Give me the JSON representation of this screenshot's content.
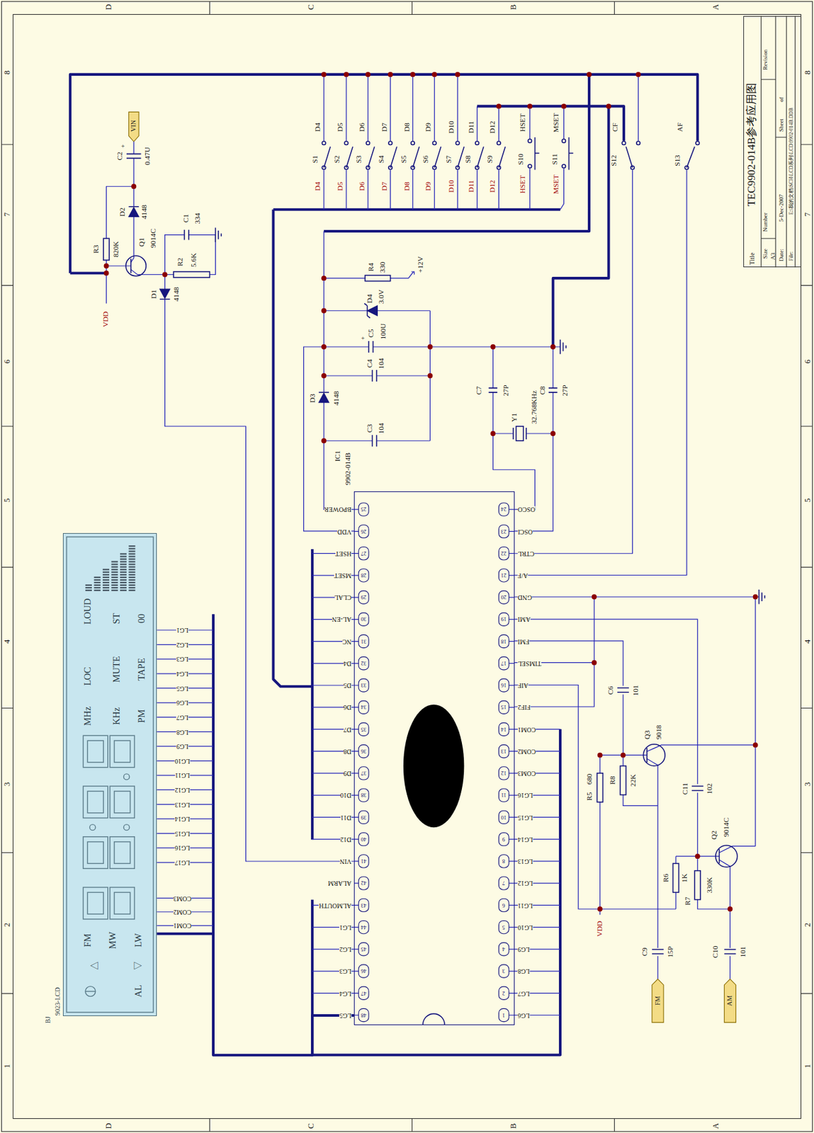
{
  "diagram": {
    "title": "TEC9902-014B参考应用图",
    "nodes": [
      {
        "text": [
          "Title",
          "Size",
          "A3",
          "Number",
          "Revision",
          "Date:",
          "5-Dec-2007",
          "Sheet",
          "of",
          "File:",
          "E:\\我的文档\\SCH\\LCD系列\\LCD\\9902-014B.DDB"
        ]
      },
      {
        "text": [
          "IC1",
          "9902-014B"
        ]
      },
      {
        "text": [
          "BJ",
          "9023-LCD",
          "LOUD",
          "ST",
          "00",
          "LOC",
          "MUTE",
          "TAPE",
          "MHz",
          "KHz",
          "PM",
          "FM",
          "MW",
          "LW",
          "△",
          "▽",
          "AL"
        ]
      }
    ],
    "edges": [
      {
        "from": 1,
        "to": 2,
        "arrow": "none"
      }
    ],
    "labels": [
      "8",
      "7",
      "6",
      "5",
      "4",
      "3",
      "2",
      "1",
      "8",
      "7",
      "6",
      "5",
      "4",
      "3",
      "2",
      "1",
      "D",
      "C",
      "B",
      "A",
      "D",
      "C",
      "B",
      "A",
      "D4",
      "S1",
      "D5",
      "S2",
      "D6",
      "S3",
      "D7",
      "S4",
      "D8",
      "S5",
      "D9",
      "S6",
      "D10",
      "S7",
      "D11",
      "S8",
      "D12",
      "S9",
      "HSET",
      "S10",
      "MSET",
      "S11",
      "CF",
      "S12",
      "AF",
      "S13",
      "D4",
      "D5",
      "D6",
      "D7",
      "D8",
      "D9",
      "D10",
      "D11",
      "D12",
      "HSET",
      "MSET",
      "VIN",
      "+",
      "C2",
      "0.47U",
      "D2",
      "4148",
      "R3",
      "820K",
      "Q1",
      "9014C",
      "C1",
      "334",
      "R2",
      "5.6K",
      "D1",
      "4148",
      "VDD",
      "R4",
      "330",
      "+12V",
      "D4",
      "3.0V",
      "+",
      "C5",
      "100U",
      "C4",
      "104",
      "D3",
      "4148",
      "C3",
      "104",
      "C7",
      "27P",
      "C8",
      "27P",
      "Y1",
      "32.768KHz",
      "C6",
      "101",
      "680",
      "R5",
      "R8",
      "22K",
      "Q3",
      "9018",
      "C11",
      "102",
      "R6",
      "1K",
      "R7",
      "330K",
      "Q2",
      "9014C",
      "VDD",
      "C9",
      "15P",
      "C10",
      "101",
      "FM",
      "AM",
      "1",
      "LG6",
      "2",
      "LG7",
      "3",
      "LG8",
      "4",
      "LG9",
      "5",
      "LG10",
      "6",
      "LG11",
      "7",
      "LG12",
      "8",
      "LG13",
      "9",
      "LG14",
      "10",
      "LG15",
      "11",
      "LG16",
      "12",
      "COM3",
      "13",
      "COM2",
      "14",
      "COM1",
      "15",
      "FIF2",
      "16",
      "AIF",
      "17",
      "TIMSEL",
      "18",
      "FMI",
      "19",
      "AMI",
      "20",
      "GND",
      "21",
      "A/F",
      "22",
      "CTRL",
      "23",
      "OSCI",
      "24",
      "OSCO",
      "25",
      "BPOWER",
      "26",
      "VDD",
      "27",
      "HSET",
      "28",
      "MSET",
      "29",
      "CLAL",
      "30",
      "AL-EN",
      "31",
      "NC",
      "32",
      "D4",
      "33",
      "D5",
      "34",
      "D6",
      "35",
      "D7",
      "36",
      "D8",
      "37",
      "D9",
      "38",
      "D10",
      "39",
      "D11",
      "40",
      "D12",
      "41",
      "VIN",
      "42",
      "ALARM",
      "43",
      "ALMOUTH",
      "44",
      "LG1",
      "45",
      "LG2",
      "46",
      "LG3",
      "47",
      "LG4",
      "48",
      "LG5",
      "LG1",
      "LG2",
      "LG3",
      "LG4",
      "LG5",
      "LG6",
      "LG7",
      "LG8",
      "LG9",
      "LG10",
      "LG11",
      "LG12",
      "LG13",
      "LG14",
      "LG15",
      "LG16",
      "LG17",
      "COM3",
      "COM2",
      "COM1"
    ]
  }
}
